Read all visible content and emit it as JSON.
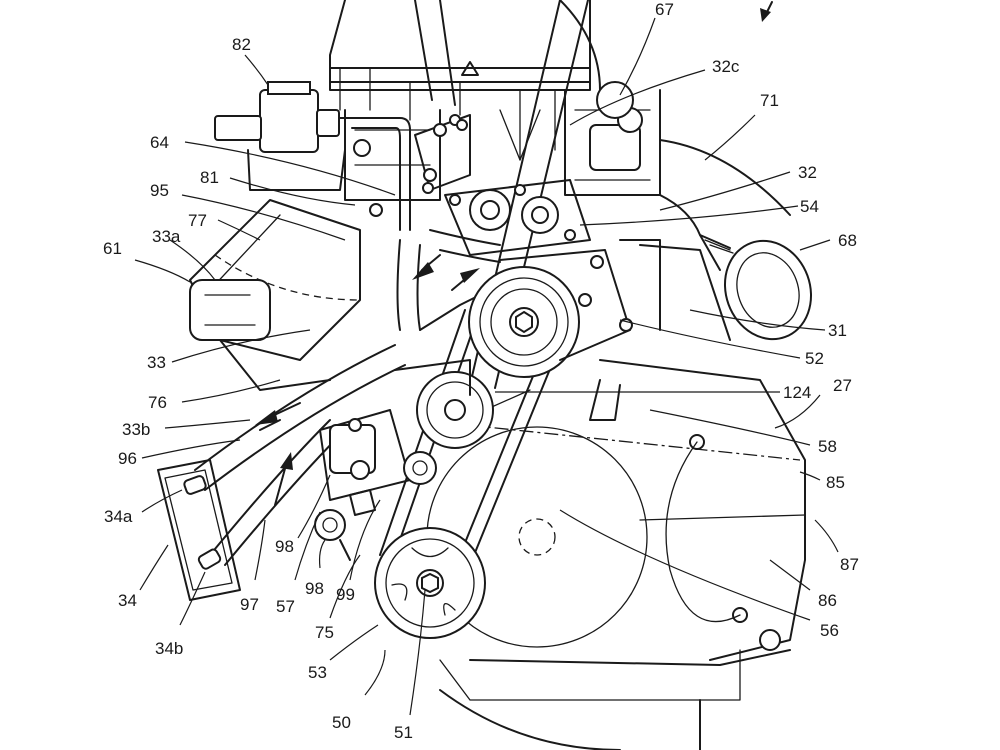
{
  "labels": {
    "l82": "82",
    "l67": "67",
    "l32c": "32c",
    "l71": "71",
    "l64": "64",
    "l95": "95",
    "l81": "81",
    "l33a": "33a",
    "l77": "77",
    "l61": "61",
    "l32": "32",
    "l54": "54",
    "l68": "68",
    "l31": "31",
    "l33": "33",
    "l52": "52",
    "l76": "76",
    "l124": "124",
    "l27": "27",
    "l33b": "33b",
    "l58": "58",
    "l96": "96",
    "l85": "85",
    "l34a": "34a",
    "l87": "87",
    "l98a": "98",
    "l86": "86",
    "l34": "34",
    "l97": "97",
    "l57": "57",
    "l98b": "98",
    "l99": "99",
    "l56": "56",
    "l75": "75",
    "l34b": "34b",
    "l53": "53",
    "l50": "50",
    "l51": "51"
  }
}
